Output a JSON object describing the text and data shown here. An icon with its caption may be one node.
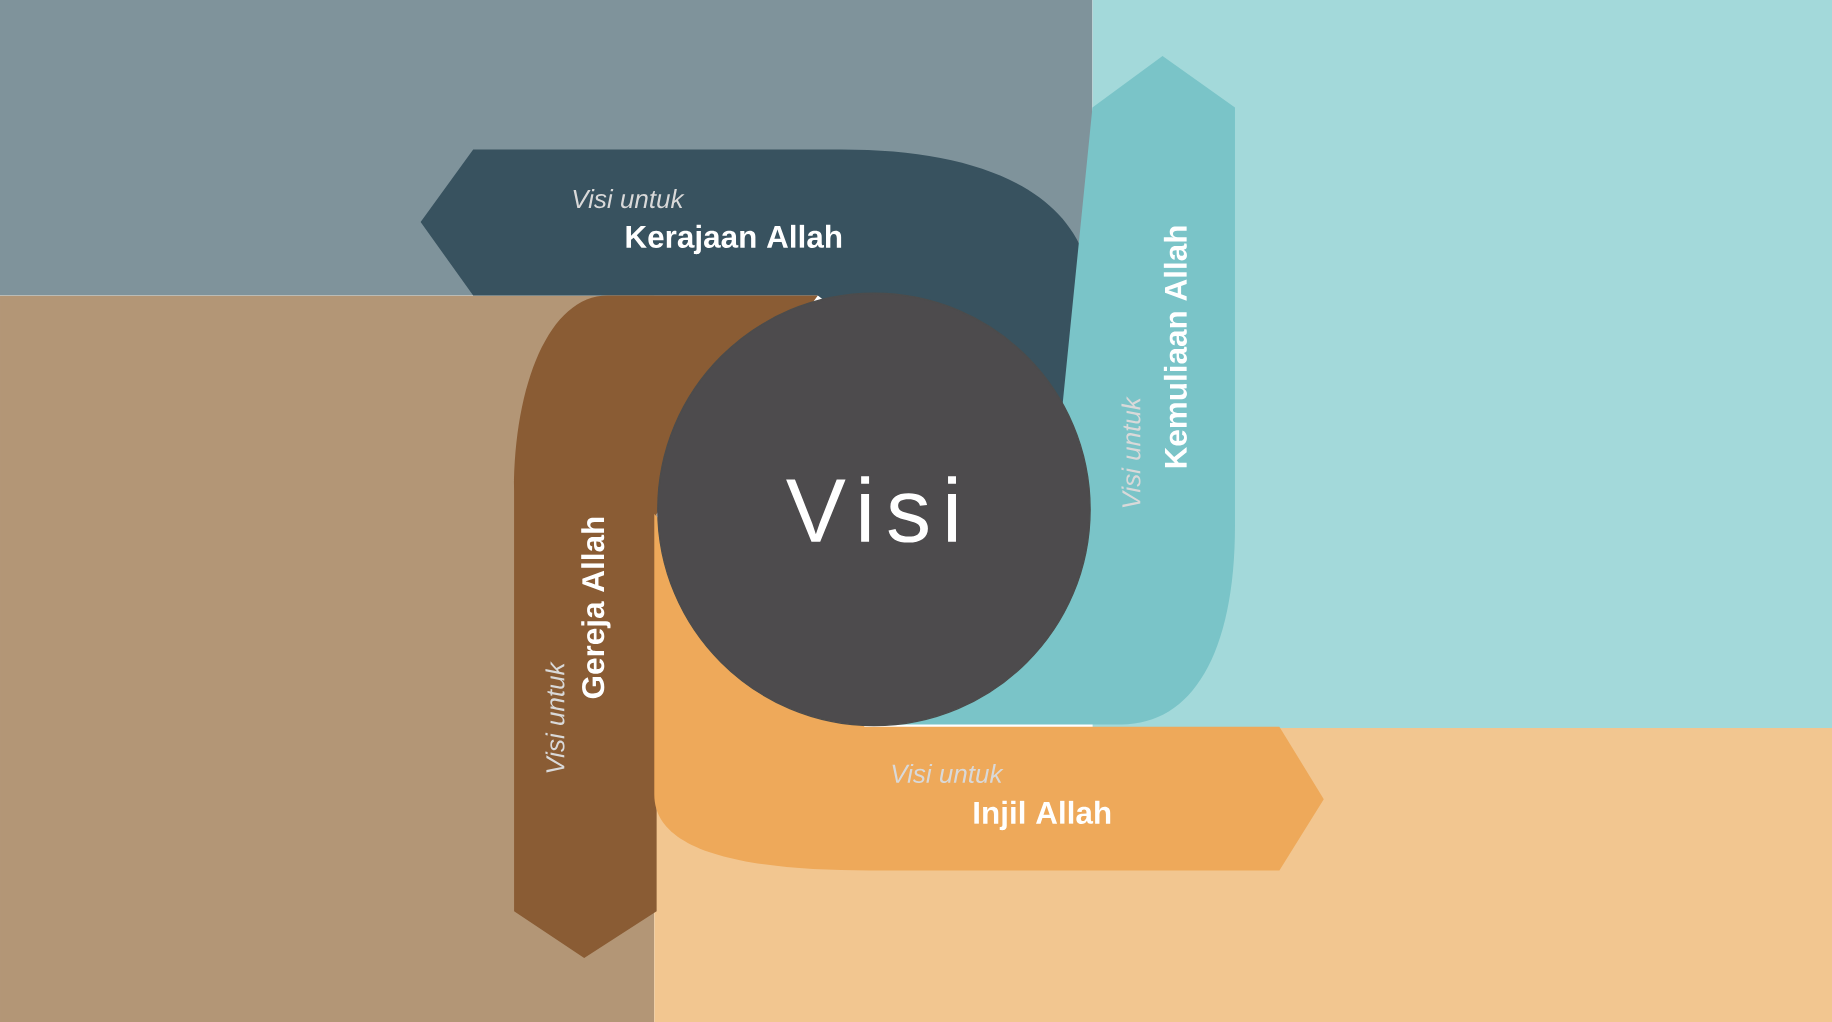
{
  "diagram": {
    "nodes": [
      {
        "text": [
          "Visi"
        ]
      },
      {
        "text": [
          "Visi untuk",
          "Kerajaan Allah"
        ]
      },
      {
        "text": [
          "Visi untuk",
          "Kemuliaan Allah"
        ]
      },
      {
        "text": [
          "Visi untuk",
          "Injil Allah"
        ]
      },
      {
        "text": [
          "Visi untuk",
          "Gereja Allah"
        ]
      }
    ]
  }
}
